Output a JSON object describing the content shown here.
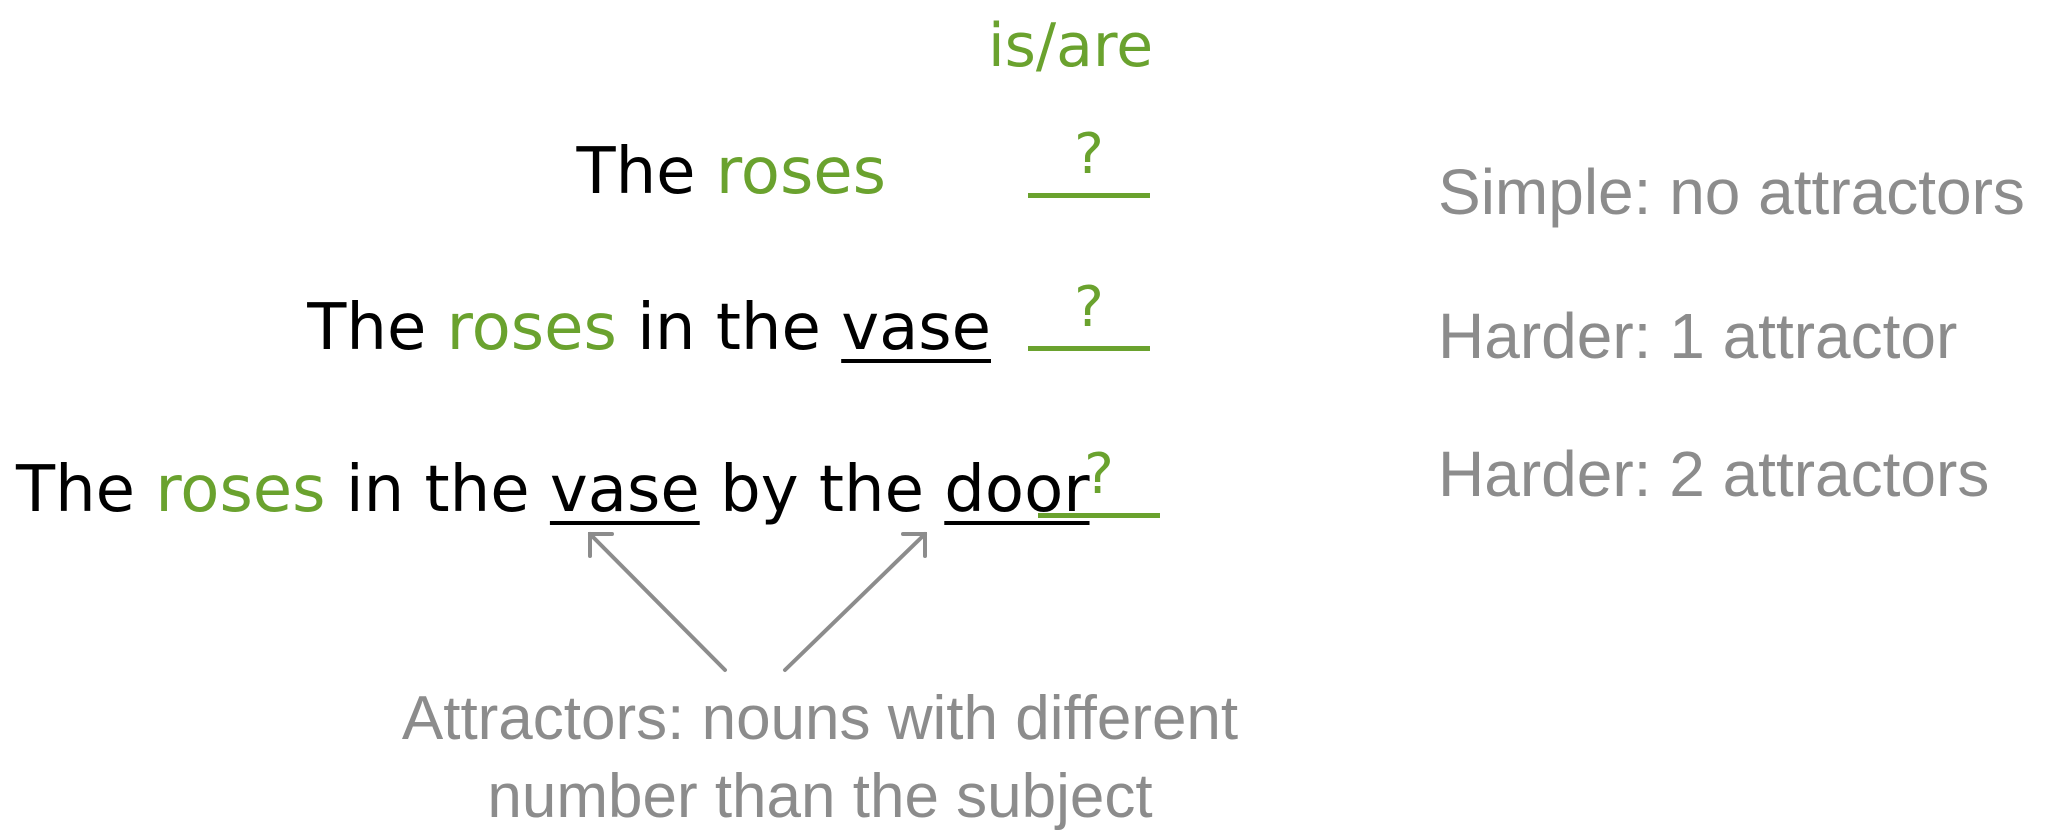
{
  "verb_options": "is/are",
  "blank_marker": "?",
  "sentences": [
    {
      "parts": [
        {
          "t": "The ",
          "k": "plain"
        },
        {
          "t": "roses",
          "k": "subject"
        }
      ]
    },
    {
      "parts": [
        {
          "t": "The ",
          "k": "plain"
        },
        {
          "t": "roses",
          "k": "subject"
        },
        {
          "t": " in the ",
          "k": "plain"
        },
        {
          "t": "vase",
          "k": "attractor"
        }
      ]
    },
    {
      "parts": [
        {
          "t": "The ",
          "k": "plain"
        },
        {
          "t": "roses",
          "k": "subject"
        },
        {
          "t": " in the ",
          "k": "plain"
        },
        {
          "t": "vase",
          "k": "attractor"
        },
        {
          "t": " by the ",
          "k": "plain"
        },
        {
          "t": "door",
          "k": "attractor"
        }
      ]
    }
  ],
  "notes": [
    "Simple: no attractors",
    "Harder: 1 attractor",
    "Harder: 2 attractors"
  ],
  "caption": [
    "Attractors: nouns with different",
    "number than the subject"
  ],
  "colors": {
    "subject": "#6aa22e",
    "note": "#8c8c8c",
    "arrow": "#8c8c8c",
    "text": "#000000"
  }
}
